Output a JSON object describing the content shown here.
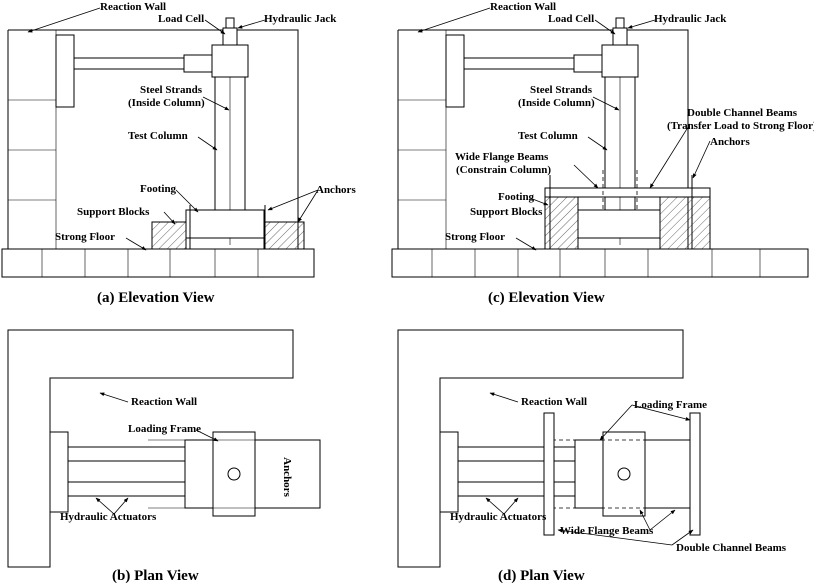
{
  "panels": {
    "a": {
      "caption": "(a) Elevation View",
      "labels": {
        "reaction_wall": "Reaction Wall",
        "load_cell": "Load Cell",
        "hydraulic_jack": "Hydraulic Jack",
        "steel_strands_1": "Steel Strands",
        "steel_strands_2": "(Inside Column)",
        "test_column": "Test Column",
        "footing": "Footing",
        "anchors": "Anchors",
        "support_blocks": "Support Blocks",
        "strong_floor": "Strong Floor"
      }
    },
    "b": {
      "caption": "(b) Plan View",
      "labels": {
        "reaction_wall": "Reaction Wall",
        "loading_frame": "Loading Frame",
        "anchors": "Anchors",
        "hydraulic_actuators": "Hydraulic Actuators"
      }
    },
    "c": {
      "caption": "(c) Elevation View",
      "labels": {
        "reaction_wall": "Reaction Wall",
        "load_cell": "Load Cell",
        "hydraulic_jack": "Hydraulic Jack",
        "steel_strands_1": "Steel Strands",
        "steel_strands_2": "(Inside Column)",
        "double_channel_1": "Double Channel Beams",
        "double_channel_2": "(Transfer Load to Strong Floor)",
        "test_column": "Test Column",
        "anchors": "Anchors",
        "wide_flange_1": "Wide Flange Beams",
        "wide_flange_2": "(Constrain Column)",
        "footing": "Footing",
        "support_blocks": "Support Blocks",
        "strong_floor": "Strong Floor"
      }
    },
    "d": {
      "caption": "(d) Plan View",
      "labels": {
        "reaction_wall": "Reaction Wall",
        "loading_frame": "Loading Frame",
        "hydraulic_actuators": "Hydraulic Actuators",
        "wide_flange_beams": "Wide Flange Beams",
        "double_channel_beams": "Double Channel Beams"
      }
    }
  }
}
